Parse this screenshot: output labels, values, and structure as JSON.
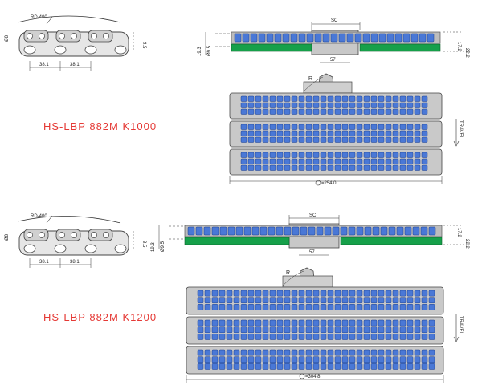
{
  "colors": {
    "roller": "#4a78d6",
    "roller_edge": "#1c3f8f",
    "plate": "#c4c4c4",
    "plate_edge": "#555555",
    "green": "#16a04a",
    "title": "#e53935"
  },
  "sections": [
    {
      "title": "HS-LBP 882M K1000",
      "side": {
        "radius": "RD-400",
        "d": "Ø8",
        "h": "9.5",
        "pitch1": "38.1",
        "pitch2": "38.1"
      },
      "cross": {
        "sc": "SC",
        "left": "19.3",
        "d": "Ø9.5",
        "r1": "17.2",
        "r2": "22.2",
        "mid": "57"
      },
      "top": {
        "r": "R",
        "travel": "TRAVEL",
        "width": "=254.0"
      }
    },
    {
      "title": "HS-LBP 882M K1200",
      "side": {
        "radius": "RD-400",
        "d": "Ø8",
        "h": "9.5",
        "pitch1": "38.1",
        "pitch2": "38.1"
      },
      "cross": {
        "sc": "SC",
        "left": "19.3",
        "d": "Ø9.5",
        "r1": "17.2",
        "r2": "22.2",
        "mid": "57"
      },
      "top": {
        "r": "R",
        "travel": "TRAVEL",
        "width": "=304.8"
      }
    }
  ]
}
